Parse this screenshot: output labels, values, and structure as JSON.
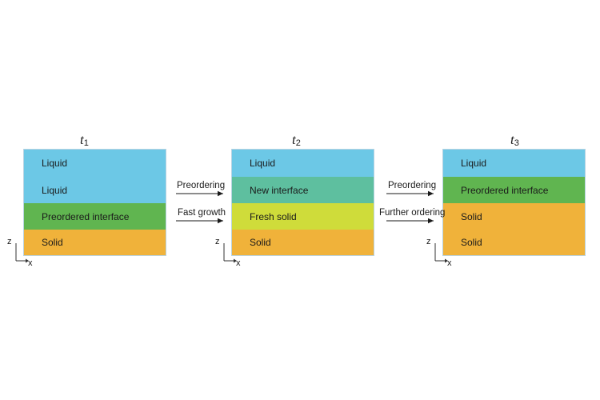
{
  "panels": [
    {
      "time": {
        "symbol": "t",
        "sub": "1"
      },
      "layers": [
        {
          "label": "Liquid",
          "color": "#6cc8e6"
        },
        {
          "label": "Liquid",
          "color": "#6cc8e6"
        },
        {
          "label": "Preordered interface",
          "color": "#60b550"
        },
        {
          "label": "Solid",
          "color": "#f0b23a"
        }
      ]
    },
    {
      "time": {
        "symbol": "t",
        "sub": "2"
      },
      "layers": [
        {
          "label": "Liquid",
          "color": "#6cc8e6"
        },
        {
          "label": "New interface",
          "color": "#5ebf9f"
        },
        {
          "label": "Fresh solid",
          "color": "#cfdc3a"
        },
        {
          "label": "Solid",
          "color": "#f0b23a"
        }
      ]
    },
    {
      "time": {
        "symbol": "t",
        "sub": "3"
      },
      "layers": [
        {
          "label": "Liquid",
          "color": "#6cc8e6"
        },
        {
          "label": "Preordered interface",
          "color": "#60b550"
        },
        {
          "label": "Solid",
          "color": "#f0b23a"
        },
        {
          "label": "Solid",
          "color": "#f0b23a"
        }
      ]
    }
  ],
  "transitions": [
    {
      "top": "Preordering",
      "bottom": "Fast growth"
    },
    {
      "top": "Preordering",
      "bottom": "Further ordering"
    }
  ],
  "axes": {
    "z": "z",
    "x": "x"
  }
}
